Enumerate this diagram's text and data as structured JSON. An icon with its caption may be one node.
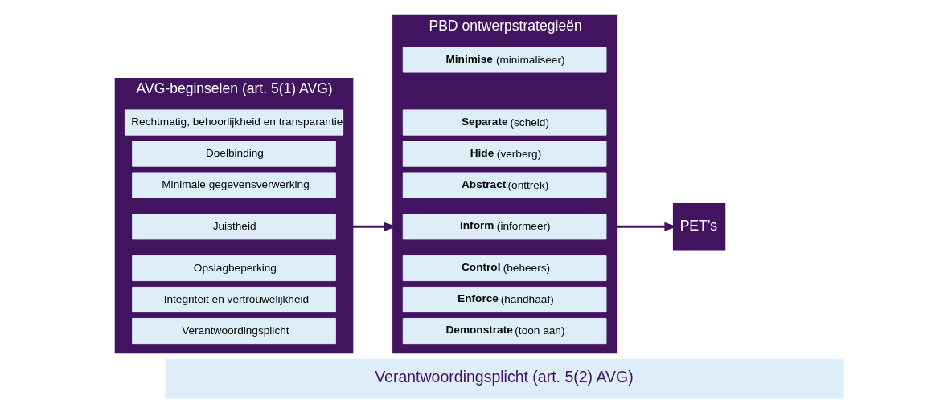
{
  "diagram": {
    "nodes": [
      {
        "text": [
          "AVG-beginselen (art. 5(1) AVG)"
        ]
      },
      {
        "text": [
          "Rechtmatig, behoorlijkheid en transparantie"
        ],
        "in": 0
      },
      {
        "text": [
          "Doelbinding"
        ],
        "in": 0
      },
      {
        "text": [
          "Minimale gegevensverwerking"
        ],
        "in": 0
      },
      {
        "text": [
          "Juistheid"
        ],
        "in": 0
      },
      {
        "text": [
          "Opslagbeperking"
        ],
        "in": 0
      },
      {
        "text": [
          "Integriteit en vertrouwelijkheid"
        ],
        "in": 0
      },
      {
        "text": [
          "Verantwoordingsplicht"
        ],
        "in": 0
      },
      {
        "text": [
          "PBD ontwerpstrategieën"
        ]
      },
      {
        "text": [
          "**Minimise** (minimaliseer)"
        ],
        "in": 8
      },
      {
        "text": [
          "**Separate** (scheid)"
        ],
        "in": 8
      },
      {
        "text": [
          "**Hide** (verberg)"
        ],
        "in": 8
      },
      {
        "text": [
          "**Abstract** (onttrek)"
        ],
        "in": 8
      },
      {
        "text": [
          "**Inform** (informeer)"
        ],
        "in": 8
      },
      {
        "text": [
          "**Control** (beheers)"
        ],
        "in": 8
      },
      {
        "text": [
          "**Enforce** (handhaaf)"
        ],
        "in": 8
      },
      {
        "text": [
          "**Demonstrate** (toon aan)"
        ],
        "in": 8
      },
      {
        "text": [
          "PET’s"
        ]
      },
      {
        "text": [
          "Verantwoordingsplicht (art. 5(2) AVG)"
        ]
      }
    ],
    "edges": [
      {
        "from": 0,
        "to": 8,
        "arrow": "to"
      },
      {
        "from": 8,
        "to": 17,
        "arrow": "to"
      }
    ]
  }
}
